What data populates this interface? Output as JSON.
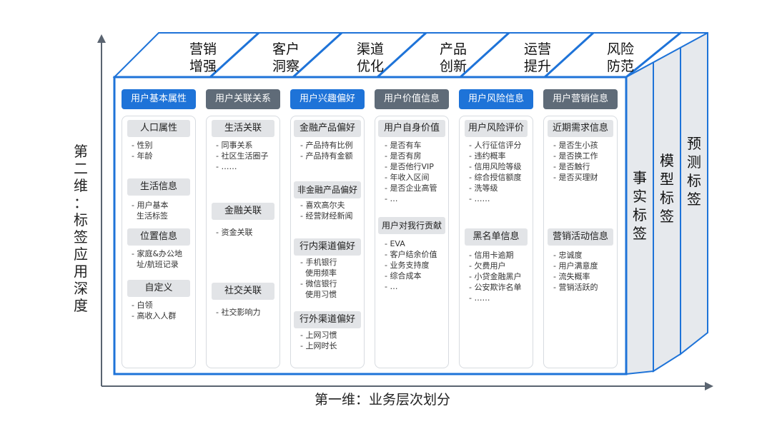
{
  "axes": {
    "y_label": "第二维：标签应用深度",
    "x_label": "第一维：业务层次划分"
  },
  "top_labels": [
    [
      "营销",
      "增强"
    ],
    [
      "客户",
      "洞察"
    ],
    [
      "渠道",
      "优化"
    ],
    [
      "产品",
      "创新"
    ],
    [
      "运营",
      "提升"
    ],
    [
      "风险",
      "防范"
    ]
  ],
  "side_labels": [
    "事实标签",
    "模型标签",
    "预测标签"
  ],
  "colors": {
    "accent": "#1e73d8",
    "header_gray": "#5f6b78",
    "sub_gray": "#e2e4e7"
  },
  "columns": [
    {
      "header": "用户基本属性",
      "header_style": "blue",
      "groups": [
        {
          "title": "人口属性",
          "items": [
            "- 性别",
            "- 年龄"
          ]
        },
        {
          "title": "生活信息",
          "items": [
            "- 用户基本",
            "  生活标签"
          ]
        },
        {
          "title": "位置信息",
          "items": [
            "- 家庭&办公地",
            "  址/航班记录"
          ]
        },
        {
          "title": "自定义",
          "items": [
            "- 白领",
            "- 高收入人群"
          ]
        }
      ]
    },
    {
      "header": "用户关联关系",
      "header_style": "gray",
      "groups": [
        {
          "title": "生活关联",
          "items": [
            "- 同事关系",
            "- 社区生活圈子",
            "- ……"
          ]
        },
        {
          "title": "金融关联",
          "items": [
            "- 资金关联"
          ]
        },
        {
          "title": "社交关联",
          "items": [
            "- 社交影响力"
          ]
        }
      ]
    },
    {
      "header": "用户兴趣偏好",
      "header_style": "blue",
      "groups": [
        {
          "title": "金融产品偏好",
          "items": [
            "- 产品持有比例",
            "- 产品持有金额"
          ]
        },
        {
          "title": "非金融产品偏好",
          "items": [
            "- 喜欢高尔夫",
            "- 经营财经新闻"
          ]
        },
        {
          "title": "行内渠道偏好",
          "items": [
            "- 手机银行",
            "  使用频率",
            "- 微信银行",
            "  使用习惯"
          ]
        },
        {
          "title": "行外渠道偏好",
          "items": [
            "- 上网习惯",
            "- 上网时长"
          ]
        }
      ]
    },
    {
      "header": "用户价值信息",
      "header_style": "gray",
      "groups": [
        {
          "title": "用户自身价值",
          "items": [
            "- 是否有车",
            "- 是否有房",
            "- 是否他行VIP",
            "- 年收入区间",
            "- 是否企业高管",
            "- …"
          ]
        },
        {
          "title": "用户对我行贡献",
          "items": [
            "- EVA",
            "- 客户结余价值",
            "- 业务支持度",
            "- 综合成本",
            "- …"
          ]
        }
      ]
    },
    {
      "header": "用户风险信息",
      "header_style": "blue",
      "groups": [
        {
          "title": "用户风险评价",
          "items": [
            "- 人行征信评分",
            "- 违约概率",
            "- 信用风险等级",
            "- 综合授信额度",
            "- 洗等级",
            "- ……"
          ]
        },
        {
          "title": "黑名单信息",
          "items": [
            "- 信用卡逾期",
            "- 欠费用户",
            "- 小贷金融黑户",
            "- 公安欺诈名单",
            "- ……"
          ]
        }
      ]
    },
    {
      "header": "用户营销信息",
      "header_style": "gray",
      "groups": [
        {
          "title": "近期需求信息",
          "items": [
            "- 是否生小孩",
            "- 是否换工作",
            "- 是否触行",
            "- 是否买理财"
          ]
        },
        {
          "title": "营销活动信息",
          "items": [
            "- 忠诚度",
            "- 用户满意度",
            "- 流失概率",
            "- 营销活跃的"
          ]
        }
      ]
    }
  ]
}
